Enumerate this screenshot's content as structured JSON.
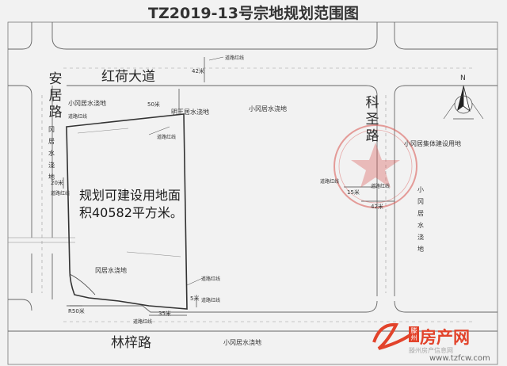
{
  "title": "TZ2019-13号宗地规划范围图",
  "roads": {
    "honghe": "红荷大道",
    "anju": "安居路",
    "kesheng": "科圣路",
    "linzi": "林梓路"
  },
  "parcel_label": [
    "规划可建设用地面",
    "积40582平方米。"
  ],
  "labels": {
    "xiaogang_water_1": "小冈居水浇地",
    "xiaogang_water_top": "小冈居水浇地",
    "xiaogang_water_inner": "冈居水浇地",
    "mingwang_water": "明王居水浇地",
    "collective": "小冈居集体建设用地",
    "xiaogang_right_vertical": "小冈居水浇地",
    "left_vertical": "冈居水浇地",
    "xiaogang_bottom": "小冈居水浇地",
    "red_line_1": "道路红线",
    "red_line_2": "道路红线",
    "red_line_3": "道路红线",
    "red_line_4": "道路红线",
    "red_line_5": "道路红线",
    "red_line_6": "道路红线",
    "red_line_7": "道路红线",
    "red_line_8": "道路红线",
    "red_line_9": "道路红线"
  },
  "dimensions": {
    "d42_top": "42米",
    "d50": "50米",
    "d20": "20米",
    "d15": "15米",
    "d42_right": "42米",
    "d5": "5米",
    "r50": "R50米",
    "d35": "35米"
  },
  "north": "N",
  "watermark": {
    "brand": "房产网",
    "city": "滕州",
    "faded": "滕州房产信息网",
    "url": "www.tzfcw.com"
  },
  "colors": {
    "background": "#f2f2f2",
    "line": "#555555",
    "stamp": "#d9534f",
    "brand": "#e2432b"
  }
}
